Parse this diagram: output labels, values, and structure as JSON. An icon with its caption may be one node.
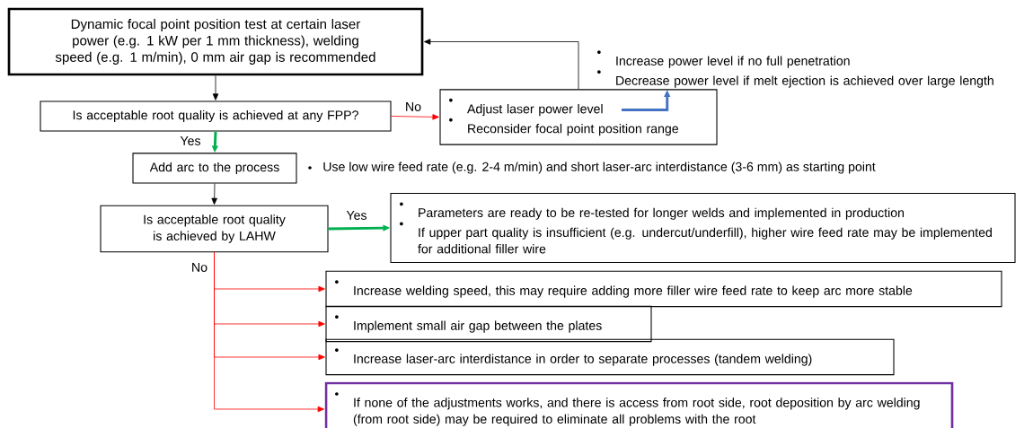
{
  "diagram": {
    "nodes": [
      {
        "text": [
          "Dynamic focal point position test at certain laser power (e.g. 1 kW per 1 mm thickness), welding speed (e.g. 1 m/min), 0 mm air gap is recommended"
        ]
      },
      {
        "text": [
          "Is acceptable root quality is achieved at any FPP?"
        ]
      },
      {
        "text": [
          "Adjust laser power level",
          "Reconsider focal point position range"
        ]
      },
      {
        "text": [
          "Increase power level if no full penetration",
          "Decrease power level if melt ejection is achieved over large length"
        ]
      },
      {
        "text": [
          "Add arc to the process"
        ]
      },
      {
        "text": [
          "Is acceptable root quality is achieved by LAHW"
        ]
      },
      {
        "text": [
          "Parameters are ready to be re-tested for longer welds and implemented in production",
          "If upper part quality is insufficient (e.g. undercut/underfill), higher wire feed rate may be implemented for additional filler wire"
        ]
      },
      {
        "text": [
          "Increase welding speed, this may require adding more filler wire feed rate to keep arc more stable"
        ]
      },
      {
        "text": [
          "Implement small air gap between the plates"
        ]
      },
      {
        "text": [
          "Increase laser-arc interdistance in order to separate processes (tandem welding)"
        ]
      },
      {
        "text": [
          "If none of the adjustments works, and there is access from root side, root deposition by arc welding (from root side) may be required to eliminate all problems with the root"
        ]
      }
    ],
    "edges": [
      {
        "from": 0,
        "to": 1,
        "arrow": "to",
        "color": "#000000"
      },
      {
        "from": 1,
        "to": 2,
        "arrow": "to",
        "label": "No",
        "color": "#ff0000"
      },
      {
        "from": 1,
        "to": 4,
        "arrow": "to",
        "label": "Yes",
        "style": "thick",
        "color": "#00b050"
      },
      {
        "from": 2,
        "to": 0,
        "arrow": "to",
        "color": "#000000"
      },
      {
        "from": 2,
        "to": 3,
        "arrow": "to",
        "style": "thick",
        "color": "#4472c4"
      },
      {
        "from": 4,
        "to": 5,
        "arrow": "to",
        "color": "#000000"
      },
      {
        "from": 5,
        "to": 6,
        "arrow": "to",
        "label": "Yes",
        "style": "thick",
        "color": "#00b050"
      },
      {
        "from": 5,
        "to": 7,
        "arrow": "to",
        "label": "No",
        "color": "#ff0000"
      },
      {
        "from": 5,
        "to": 8,
        "arrow": "to",
        "color": "#ff0000"
      },
      {
        "from": 5,
        "to": 9,
        "arrow": "to",
        "color": "#ff0000"
      },
      {
        "from": 5,
        "to": 10,
        "arrow": "to",
        "color": "#ff0000"
      }
    ],
    "labels": [
      "Use low wire feed rate (e.g. 2-4 m/min) and short laser-arc interdistance (3-6 mm) as starting point"
    ]
  }
}
